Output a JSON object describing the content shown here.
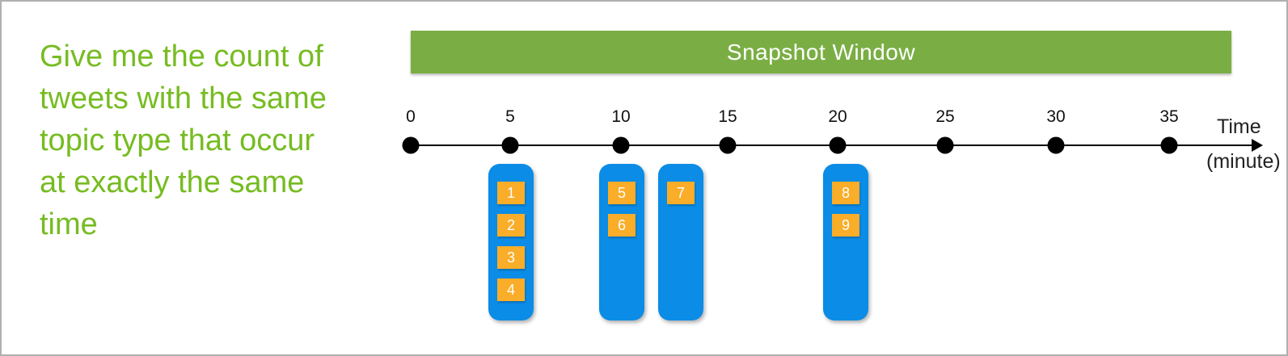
{
  "prompt": {
    "text": "Give me the count of\ntweets with the same\ntopic type that occur\nat exactly the same\ntime"
  },
  "banner": {
    "label": "Snapshot Window"
  },
  "timeline": {
    "ticks": [
      "0",
      "5",
      "10",
      "15",
      "20",
      "25",
      "30",
      "35"
    ],
    "unit_label": "Time",
    "unit_sublabel": "(minute)"
  },
  "tweet_groups": [
    {
      "time_minute": 5,
      "tweet_ids": [
        "1",
        "2",
        "3",
        "4"
      ]
    },
    {
      "time_minute": 10,
      "tweet_ids": [
        "5",
        "6"
      ]
    },
    {
      "time_minute": 13,
      "tweet_ids": [
        "7"
      ]
    },
    {
      "time_minute": 20,
      "tweet_ids": [
        "8",
        "9"
      ]
    }
  ],
  "colors": {
    "prompt_text": "#76BC21",
    "banner_fill": "#7AAE44",
    "banner_text": "#FFFFFF",
    "group_fill": "#0B8CE6",
    "tweet_fill": "#FAAD28",
    "tweet_text": "#FFFFFF",
    "axis": "#000000"
  }
}
